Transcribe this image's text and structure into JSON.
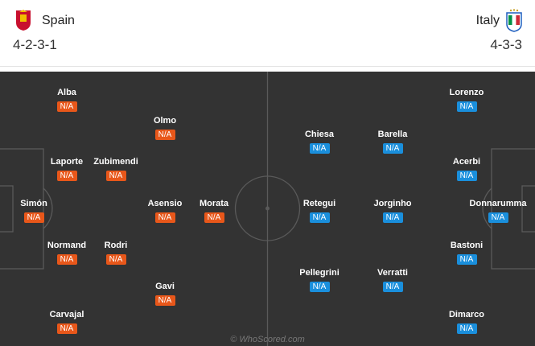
{
  "home": {
    "name": "Spain",
    "formation": "4-2-3-1",
    "crest_icon": "spain-crest-icon",
    "color": "#e8571a",
    "players": [
      {
        "name": "Alba",
        "rating": "N/A"
      },
      {
        "name": "Olmo",
        "rating": "N/A"
      },
      {
        "name": "Laporte",
        "rating": "N/A"
      },
      {
        "name": "Zubimendi",
        "rating": "N/A"
      },
      {
        "name": "Simón",
        "rating": "N/A"
      },
      {
        "name": "Asensio",
        "rating": "N/A"
      },
      {
        "name": "Morata",
        "rating": "N/A"
      },
      {
        "name": "Normand",
        "rating": "N/A"
      },
      {
        "name": "Rodri",
        "rating": "N/A"
      },
      {
        "name": "Gavi",
        "rating": "N/A"
      },
      {
        "name": "Carvajal",
        "rating": "N/A"
      }
    ]
  },
  "away": {
    "name": "Italy",
    "formation": "4-3-3",
    "crest_icon": "italy-crest-icon",
    "color": "#1a8fdc",
    "players": [
      {
        "name": "Lorenzo",
        "rating": "N/A"
      },
      {
        "name": "Chiesa",
        "rating": "N/A"
      },
      {
        "name": "Barella",
        "rating": "N/A"
      },
      {
        "name": "Acerbi",
        "rating": "N/A"
      },
      {
        "name": "Retegui",
        "rating": "N/A"
      },
      {
        "name": "Jorginho",
        "rating": "N/A"
      },
      {
        "name": "Donnarumma",
        "rating": "N/A"
      },
      {
        "name": "Bastoni",
        "rating": "N/A"
      },
      {
        "name": "Pellegrini",
        "rating": "N/A"
      },
      {
        "name": "Verratti",
        "rating": "N/A"
      },
      {
        "name": "Dimarco",
        "rating": "N/A"
      }
    ]
  },
  "watermark": "© WhoScored.com"
}
